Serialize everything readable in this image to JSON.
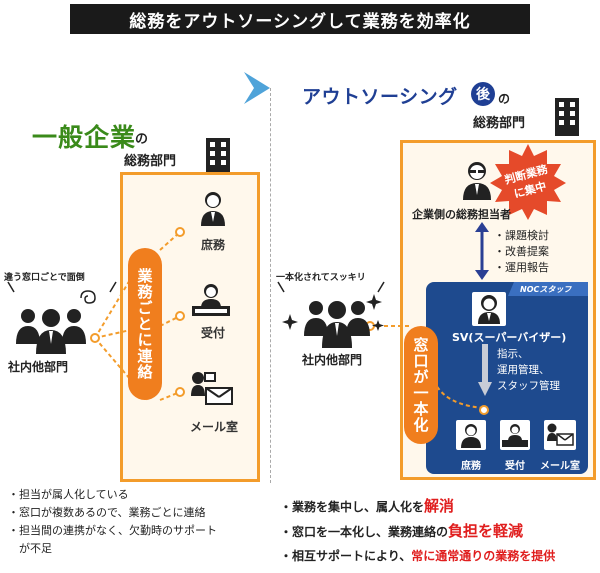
{
  "banner": "総務をアウトソーシングして業務を効率化",
  "left": {
    "title": "一般企業",
    "title_no": "の",
    "subtitle": "総務部門",
    "pill": "業務ごとに連絡",
    "roles": [
      "庶務",
      "受付",
      "メール室"
    ],
    "remark": "違う窓口ごとで面倒",
    "dept_label": "社内他部門",
    "bullets": [
      "・担当が属人化している",
      "・窓口が複数あるので、業務ごとに連絡",
      "・担当間の連携がなく、欠勤時のサポート",
      "　が不足"
    ]
  },
  "right": {
    "title": "アウトソーシング",
    "after_badge": "後",
    "title_no": "の",
    "subtitle": "総務部門",
    "badge_line1": "判断業務",
    "badge_line2": "に集中",
    "person_label": "企業側の総務担当者",
    "tasks": [
      "・課題検討",
      "・改善提案",
      "・運用報告"
    ],
    "noc_tag": "NOCスタッフ",
    "sv_label": "SV(スーパーバイザー)",
    "sv_duties": [
      "指示、",
      "運用管理、",
      "スタッフ管理"
    ],
    "pill": "窓口が一本化",
    "staff": [
      "庶務",
      "受付",
      "メール室"
    ],
    "remark": "一本化されてスッキリ",
    "dept_label": "社内他部門",
    "bullets": [
      {
        "pre": "・業務を集中し、属人化を",
        "em": "解消",
        "em_class": "red-big",
        "post": ""
      },
      {
        "pre": "・窓口を一本化し、業務連絡の",
        "em": "負担を軽減",
        "em_class": "red-big",
        "post": ""
      },
      {
        "pre": "・相互サポートにより、",
        "em": "常に通常通りの業務を提供",
        "em_class": "red-mid",
        "post": ""
      }
    ]
  },
  "colors": {
    "accent_orange": "#f07e1e",
    "box_border": "#f39c2b",
    "title_green": "#3a8a1a",
    "title_blue": "#1f3f94",
    "noc_blue": "#1e4a8e",
    "highlight_red": "#e01e1e",
    "badge_red": "#e54a2a"
  }
}
